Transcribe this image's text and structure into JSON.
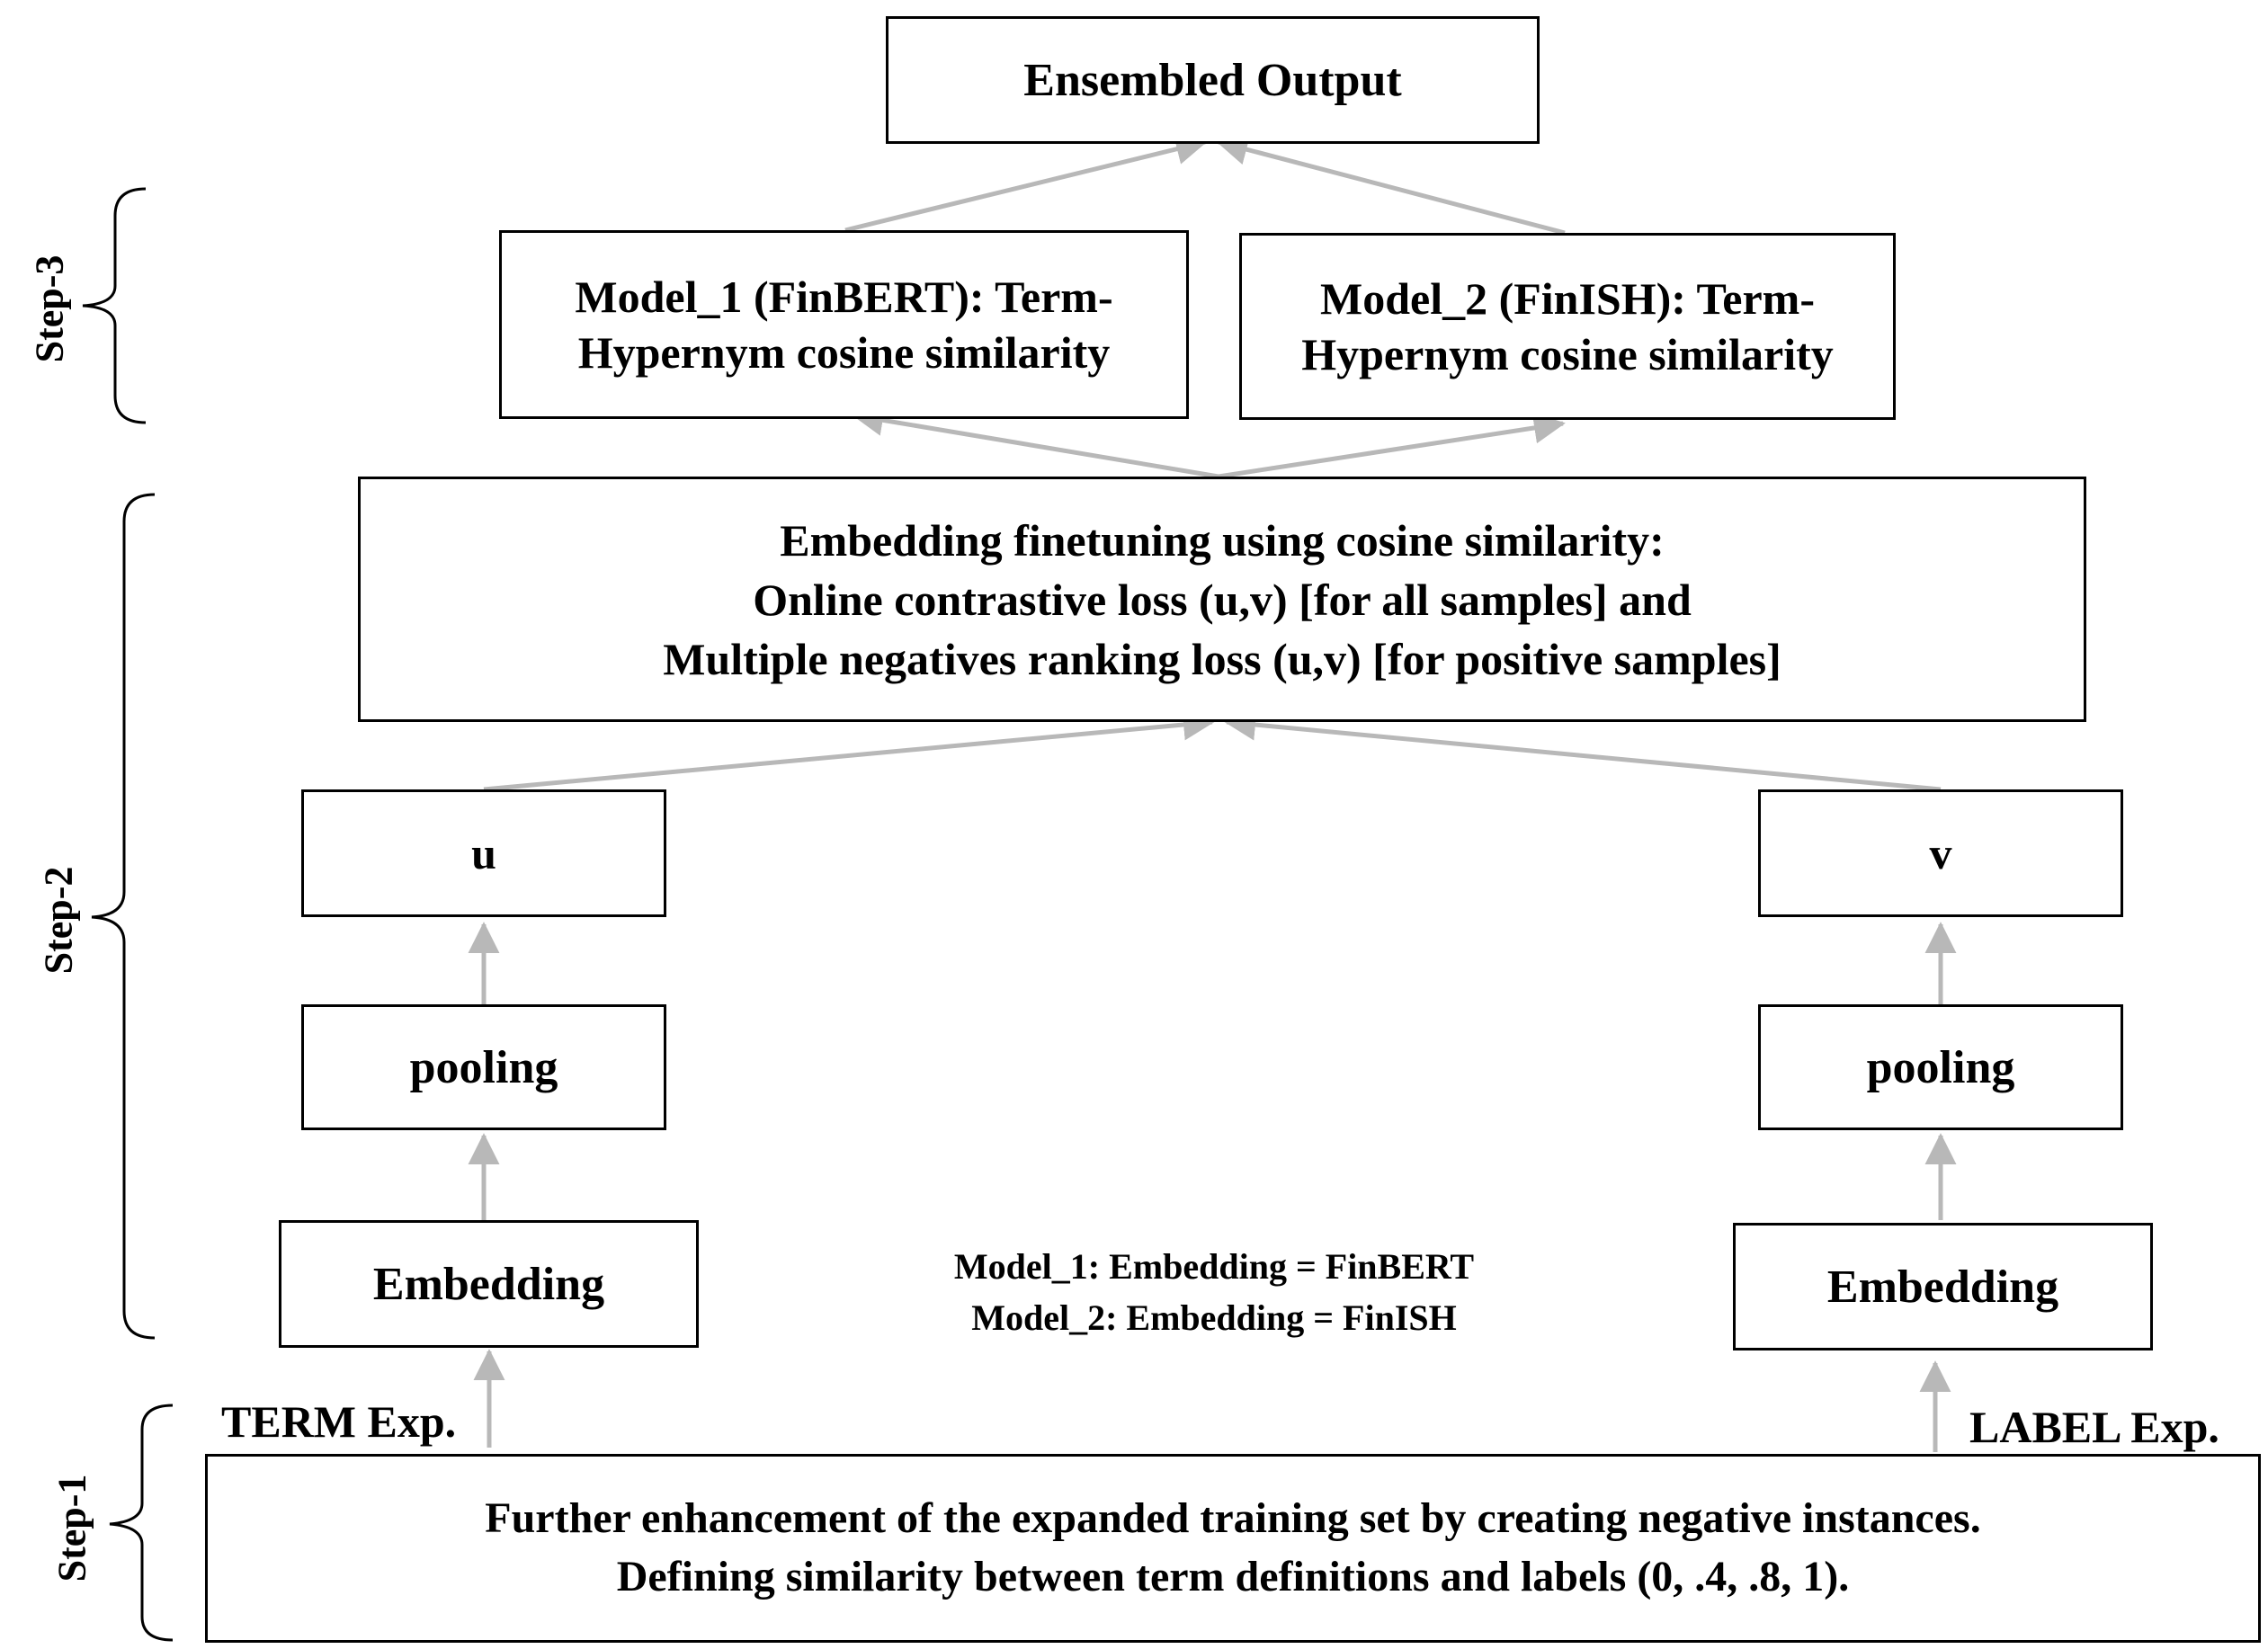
{
  "boxes": {
    "ensembled_output": "Ensembled Output",
    "model1": {
      "line1": "Model_1 (FinBERT): Term-",
      "line2": "Hypernym cosine similarity"
    },
    "model2": {
      "line1": "Model_2 (FinISH): Term-",
      "line2": "Hypernym cosine similarity"
    },
    "finetuning": {
      "line1": "Embedding finetuning using cosine similarity:",
      "line2": "Online contrastive loss (u,v) [for all samples] and",
      "line3": "Multiple negatives ranking loss (u,v) [for positive samples]"
    },
    "u": "u",
    "v": "v",
    "pooling_left": "pooling",
    "pooling_right": "pooling",
    "embedding_left": "Embedding",
    "embedding_right": "Embedding",
    "enhancement": {
      "line1": "Further enhancement of the expanded training set by creating negative instances.",
      "line2": "Defining similarity between term definitions and labels (0, .4, .8, 1)."
    }
  },
  "notes": {
    "model1_embedding": "Model_1: Embedding = FinBERT",
    "model2_embedding": "Model_2: Embedding = FinISH",
    "term_exp": "TERM Exp.",
    "label_exp": "LABEL Exp."
  },
  "steps": {
    "step1": "Step-1",
    "step2": "Step-2",
    "step3": "Step-3"
  },
  "colors": {
    "arrow": "#b8b8b8",
    "border": "#000000"
  }
}
